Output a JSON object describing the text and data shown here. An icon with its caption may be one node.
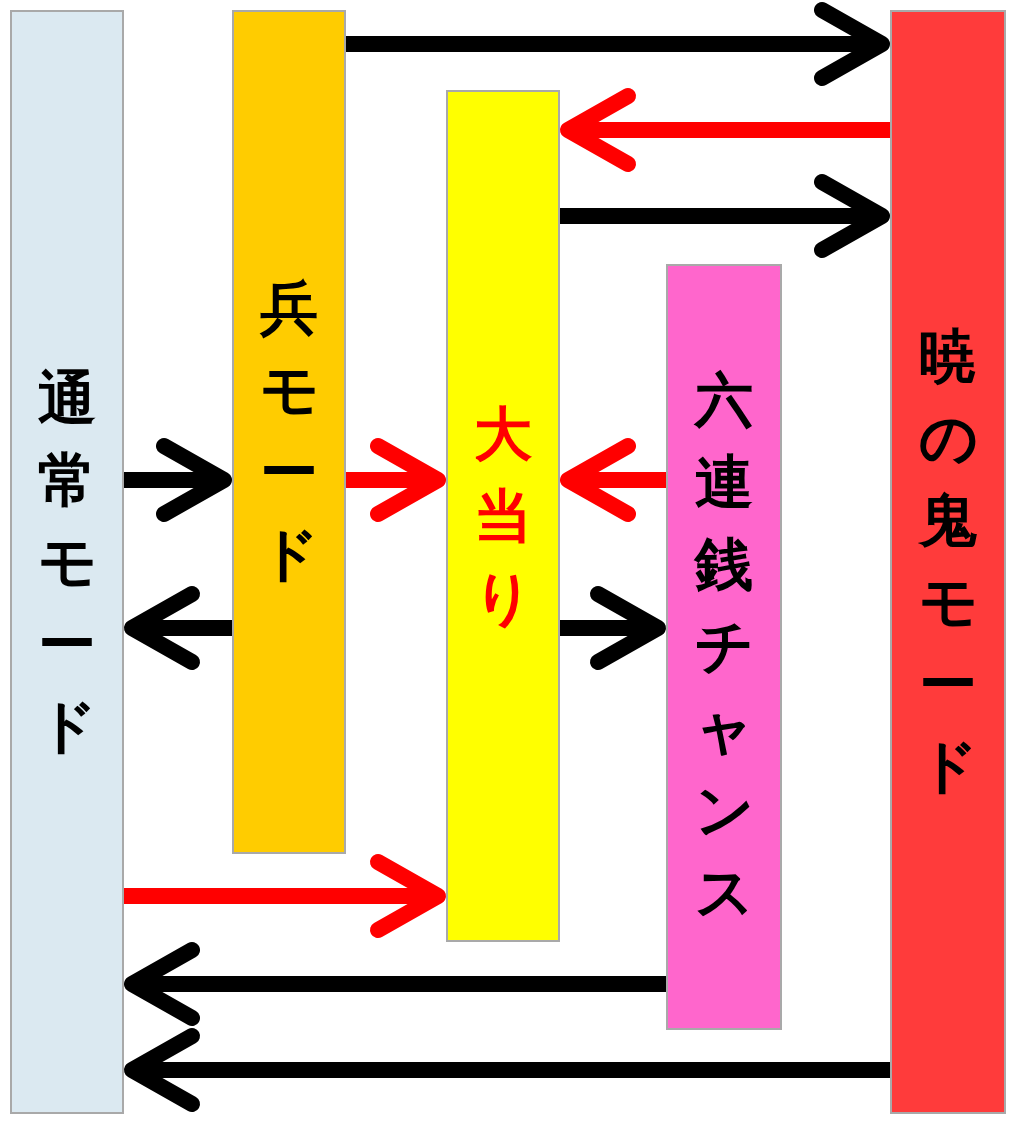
{
  "diagram": {
    "nodes": [
      {
        "text": [
          "通常モード"
        ]
      },
      {
        "text": [
          "兵モード"
        ]
      },
      {
        "text": [
          "大当り"
        ]
      },
      {
        "text": [
          "六連銭チャンス"
        ]
      },
      {
        "text": [
          "暁の鬼モード"
        ]
      }
    ],
    "edges": [
      {
        "from": 1,
        "to": 4,
        "arrow": "to"
      },
      {
        "from": 4,
        "to": 2,
        "arrow": "to",
        "color": "#ff0000"
      },
      {
        "from": 2,
        "to": 4,
        "arrow": "to"
      },
      {
        "from": 0,
        "to": 1,
        "arrow": "to"
      },
      {
        "from": 1,
        "to": 2,
        "arrow": "to",
        "color": "#ff0000"
      },
      {
        "from": 3,
        "to": 2,
        "arrow": "to",
        "color": "#ff0000"
      },
      {
        "from": 1,
        "to": 0,
        "arrow": "to"
      },
      {
        "from": 2,
        "to": 3,
        "arrow": "to"
      },
      {
        "from": 0,
        "to": 2,
        "arrow": "to",
        "color": "#ff0000"
      },
      {
        "from": 3,
        "to": 0,
        "arrow": "to"
      },
      {
        "from": 4,
        "to": 0,
        "arrow": "to"
      }
    ]
  }
}
